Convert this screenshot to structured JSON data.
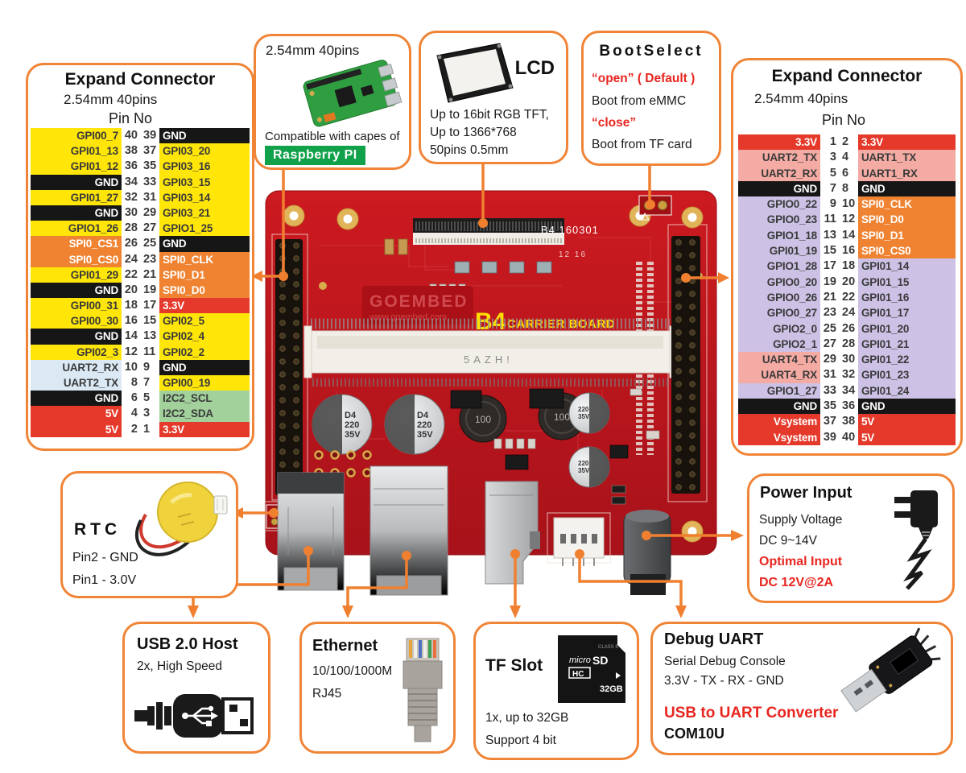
{
  "colors": {
    "accent_orange": "#f08437",
    "pcb_red": "#c2151f",
    "alert_red": "#e8251f",
    "badge_green": "#12a14b",
    "pin_yellow": "#ffe608"
  },
  "left_connector": {
    "title": "Expand Connector",
    "subtitle": "2.54mm 40pins",
    "pin_header": "Pin No",
    "rows": [
      {
        "left": "GPI00_7",
        "lc": "yellow",
        "n1": "40",
        "n2": "39",
        "right": "GND",
        "rc": "black"
      },
      {
        "left": "GPI01_13",
        "lc": "yellow",
        "n1": "38",
        "n2": "37",
        "right": "GPI03_20",
        "rc": "yellow"
      },
      {
        "left": "GPI01_12",
        "lc": "yellow",
        "n1": "36",
        "n2": "35",
        "right": "GPI03_16",
        "rc": "yellow"
      },
      {
        "left": "GND",
        "lc": "black",
        "n1": "34",
        "n2": "33",
        "right": "GPI03_15",
        "rc": "yellow"
      },
      {
        "left": "GPI01_27",
        "lc": "yellow",
        "n1": "32",
        "n2": "31",
        "right": "GPI03_14",
        "rc": "yellow"
      },
      {
        "left": "GND",
        "lc": "black",
        "n1": "30",
        "n2": "29",
        "right": "GPI03_21",
        "rc": "yellow"
      },
      {
        "left": "GPIO1_26",
        "lc": "yellow",
        "n1": "28",
        "n2": "27",
        "right": "GPIO1_25",
        "rc": "yellow"
      },
      {
        "left": "SPI0_CS1",
        "lc": "orange",
        "n1": "26",
        "n2": "25",
        "right": "GND",
        "rc": "black"
      },
      {
        "left": "SPI0_CS0",
        "lc": "orange",
        "n1": "24",
        "n2": "23",
        "right": "SPI0_CLK",
        "rc": "orange"
      },
      {
        "left": "GPI01_29",
        "lc": "yellow",
        "n1": "22",
        "n2": "21",
        "right": "SPI0_D1",
        "rc": "orange"
      },
      {
        "left": "GND",
        "lc": "black",
        "n1": "20",
        "n2": "19",
        "right": "SPI0_D0",
        "rc": "orange"
      },
      {
        "left": "GPI00_31",
        "lc": "yellow",
        "n1": "18",
        "n2": "17",
        "right": "3.3V",
        "rc": "red"
      },
      {
        "left": "GPI00_30",
        "lc": "yellow",
        "n1": "16",
        "n2": "15",
        "right": "GPI02_5",
        "rc": "yellow"
      },
      {
        "left": "GND",
        "lc": "black",
        "n1": "14",
        "n2": "13",
        "right": "GPI02_4",
        "rc": "yellow"
      },
      {
        "left": "GPI02_3",
        "lc": "yellow",
        "n1": "12",
        "n2": "11",
        "right": "GPI02_2",
        "rc": "yellow"
      },
      {
        "left": "UART2_RX",
        "lc": "blue",
        "n1": "10",
        "n2": "9",
        "right": "GND",
        "rc": "black"
      },
      {
        "left": "UART2_TX",
        "lc": "blue",
        "n1": "8",
        "n2": "7",
        "right": "GPI00_19",
        "rc": "yellow"
      },
      {
        "left": "GND",
        "lc": "black",
        "n1": "6",
        "n2": "5",
        "right": "I2C2_SCL",
        "rc": "green"
      },
      {
        "left": "5V",
        "lc": "red",
        "n1": "4",
        "n2": "3",
        "right": "I2C2_SDA",
        "rc": "green"
      },
      {
        "left": "5V",
        "lc": "red",
        "n1": "2",
        "n2": "1",
        "right": "3.3V",
        "rc": "red"
      }
    ]
  },
  "right_connector": {
    "title": "Expand Connector",
    "subtitle": "2.54mm 40pins",
    "pin_header": "Pin No",
    "rows": [
      {
        "left": "3.3V",
        "lc": "red",
        "n1": "1",
        "n2": "2",
        "right": "3.3V",
        "rc": "red"
      },
      {
        "left": "UART2_TX",
        "lc": "pink",
        "n1": "3",
        "n2": "4",
        "right": "UART1_TX",
        "rc": "pink"
      },
      {
        "left": "UART2_RX",
        "lc": "pink",
        "n1": "5",
        "n2": "6",
        "right": "UART1_RX",
        "rc": "pink"
      },
      {
        "left": "GND",
        "lc": "black",
        "n1": "7",
        "n2": "8",
        "right": "GND",
        "rc": "black"
      },
      {
        "left": "GPIO0_22",
        "lc": "lav",
        "n1": "9",
        "n2": "10",
        "right": "SPI0_CLK",
        "rc": "orange"
      },
      {
        "left": "GPIO0_23",
        "lc": "lav",
        "n1": "11",
        "n2": "12",
        "right": "SPI0_D0",
        "rc": "orange"
      },
      {
        "left": "GPIO1_18",
        "lc": "lav",
        "n1": "13",
        "n2": "14",
        "right": "SPI0_D1",
        "rc": "orange"
      },
      {
        "left": "GPI01_19",
        "lc": "lav",
        "n1": "15",
        "n2": "16",
        "right": "SPI0_CS0",
        "rc": "orange"
      },
      {
        "left": "GPIO1_28",
        "lc": "lav",
        "n1": "17",
        "n2": "18",
        "right": "GPI01_14",
        "rc": "lav"
      },
      {
        "left": "GPIO0_20",
        "lc": "lav",
        "n1": "19",
        "n2": "20",
        "right": "GPI01_15",
        "rc": "lav"
      },
      {
        "left": "GPIO0_26",
        "lc": "lav",
        "n1": "21",
        "n2": "22",
        "right": "GPI01_16",
        "rc": "lav"
      },
      {
        "left": "GPIO0_27",
        "lc": "lav",
        "n1": "23",
        "n2": "24",
        "right": "GPI01_17",
        "rc": "lav"
      },
      {
        "left": "GPIO2_0",
        "lc": "lav",
        "n1": "25",
        "n2": "26",
        "right": "GPI01_20",
        "rc": "lav"
      },
      {
        "left": "GPIO2_1",
        "lc": "lav",
        "n1": "27",
        "n2": "28",
        "right": "GPI01_21",
        "rc": "lav"
      },
      {
        "left": "UART4_TX",
        "lc": "pink",
        "n1": "29",
        "n2": "30",
        "right": "GPI01_22",
        "rc": "lav"
      },
      {
        "left": "UART4_RX",
        "lc": "pink",
        "n1": "31",
        "n2": "32",
        "right": "GPI01_23",
        "rc": "lav"
      },
      {
        "left": "GPIO1_27",
        "lc": "lav",
        "n1": "33",
        "n2": "34",
        "right": "GPI01_24",
        "rc": "lav"
      },
      {
        "left": "GND",
        "lc": "black",
        "n1": "35",
        "n2": "36",
        "right": "GND",
        "rc": "black"
      },
      {
        "left": "Vsystem",
        "lc": "red",
        "n1": "37",
        "n2": "38",
        "right": "5V",
        "rc": "red"
      },
      {
        "left": "Vsystem",
        "lc": "red",
        "n1": "39",
        "n2": "40",
        "right": "5V",
        "rc": "red"
      }
    ]
  },
  "rpi_box": {
    "title": "2.54mm 40pins",
    "line1": "Compatible with capes of",
    "badge": "Raspberry PI"
  },
  "lcd_box": {
    "title": "LCD",
    "line1": "Up to 16bit RGB TFT,",
    "line2": "Up to 1366*768",
    "line3": "50pins 0.5mm"
  },
  "boot_box": {
    "title": "BootSelect",
    "open_label": "“open” ( Default )",
    "open_desc": "Boot from eMMC",
    "close_label": "“close”",
    "close_desc": "Boot from TF card"
  },
  "rtc_box": {
    "title": "RTC",
    "line1": "Pin2 - GND",
    "line2": "Pin1 - 3.0V"
  },
  "power_box": {
    "title": "Power Input",
    "line1": "Supply Voltage",
    "line2": "DC 9~14V",
    "line3": "Optimal Input",
    "line4": "DC 12V@2A"
  },
  "usb_box": {
    "title": "USB 2.0 Host",
    "line1": "2x, High Speed"
  },
  "eth_box": {
    "title": "Ethernet",
    "line1": "10/100/1000M",
    "line2": "RJ45"
  },
  "tf_box": {
    "title": "TF Slot",
    "line1": "1x, up to 32GB",
    "line2": "Support 4 bit",
    "card_micro": "micro",
    "card_sd": "SD",
    "card_hc": "HC",
    "card_class": "CLASS 6",
    "card_size": "32GB"
  },
  "debug_box": {
    "title": "Debug UART",
    "line1": "Serial Debug Console",
    "line2": "3.3V - TX - RX - GND",
    "line3": "USB to UART Converter",
    "line4": "COM10U"
  },
  "board": {
    "rev": "B4 160301",
    "clock": "12 16",
    "logo": "GOEMBED",
    "logo_url": "www.goembed.com",
    "name_b4": "B4",
    "name_rest": "CARRIER BOARD",
    "dimm_mark": "5AZH!",
    "cap_l1": "D4",
    "cap_l2": "220",
    "cap_l3": "35V",
    "ind_label": "100",
    "cap_r1": "220",
    "cap_r2": "35V"
  }
}
